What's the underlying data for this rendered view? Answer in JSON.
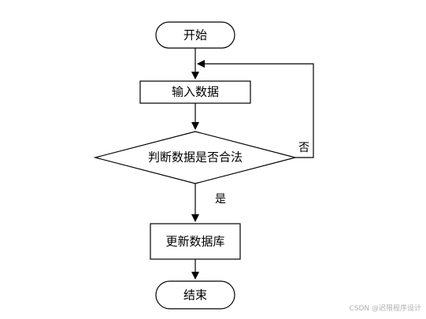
{
  "nodes": {
    "start": "开始",
    "input": "输入数据",
    "decision": "判断数据是否合法",
    "update": "更新数据库",
    "end": "结束"
  },
  "edges": {
    "no": "否",
    "yes": "是"
  },
  "watermark": "CSDN @迟限程序设计"
}
